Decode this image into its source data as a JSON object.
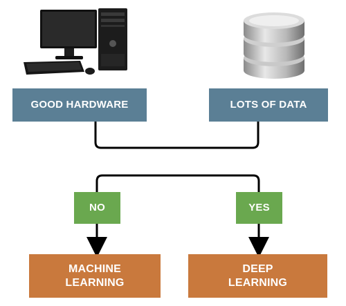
{
  "nodes": {
    "good_hardware": "GOOD HARDWARE",
    "lots_of_data": "LOTS OF DATA",
    "no": "NO",
    "yes": "YES",
    "machine_learning": "MACHINE\nLEARNING",
    "deep_learning": "DEEP\nLEARNING"
  },
  "icons": {
    "computer": "desktop-computer-icon",
    "database": "database-icon"
  },
  "colors": {
    "source_box": "#5b7f95",
    "decision_box": "#6aa84f",
    "result_box": "#c9793d",
    "connector": "#000000"
  }
}
